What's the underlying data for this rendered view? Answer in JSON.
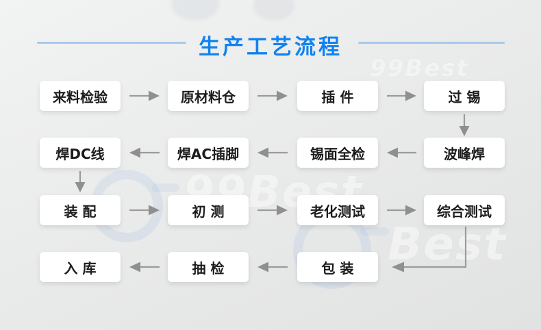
{
  "title": {
    "text": "生产工艺流程"
  },
  "colors": {
    "title_blue": "#1182f0",
    "divider_blue": "#a9c8ec",
    "arrow_gray": "#999999",
    "box_background": "#ffffff",
    "box_text": "#1c1c1c",
    "page_background": "#e9eaea"
  },
  "watermark": {
    "brand": "Best",
    "brand_full": "99Best"
  },
  "flow": {
    "rows": [
      {
        "direction": "right",
        "steps": [
          "来料检验",
          "原材料仓",
          "插 件",
          "过 锡"
        ]
      },
      {
        "direction": "left",
        "steps": [
          "焊DC线",
          "焊AC插脚",
          "锡面全检",
          "波峰焊"
        ]
      },
      {
        "direction": "right",
        "steps": [
          "装 配",
          "初 测",
          "老化测试",
          "综合测试"
        ]
      },
      {
        "direction": "left",
        "steps": [
          "入 库",
          "抽 检",
          "包 装"
        ]
      }
    ]
  }
}
